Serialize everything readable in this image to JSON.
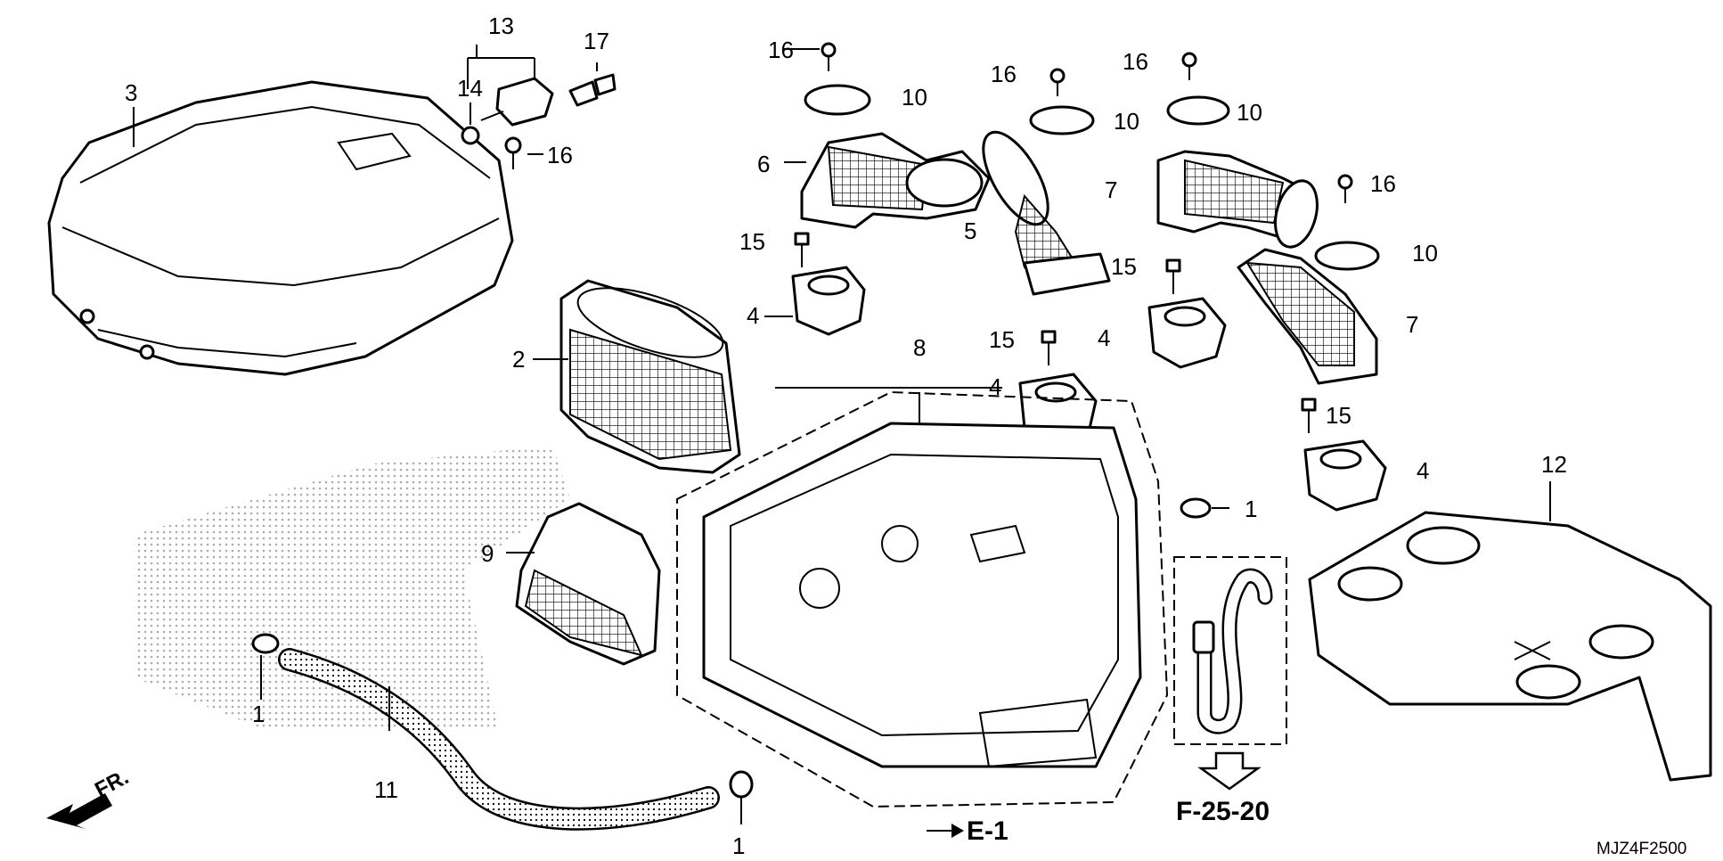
{
  "callouts": [
    "1",
    "1",
    "1",
    "2",
    "3",
    "4",
    "4",
    "4",
    "4",
    "5",
    "6",
    "7",
    "7",
    "8",
    "9",
    "10",
    "10",
    "10",
    "10",
    "11",
    "12",
    "13",
    "14",
    "15",
    "15",
    "15",
    "15",
    "16",
    "16",
    "16",
    "16",
    "16",
    "17"
  ],
  "references": {
    "e_ref": "E-1",
    "f_ref": "F-25-20",
    "fr_label": "FR."
  },
  "diagram_code": "MJZ4F2500",
  "icons": {
    "front_arrow": "front-direction-arrow-icon",
    "down_arrow": "continuation-arrow-icon"
  },
  "colors": {
    "ink": "#000000",
    "paper": "#ffffff"
  }
}
